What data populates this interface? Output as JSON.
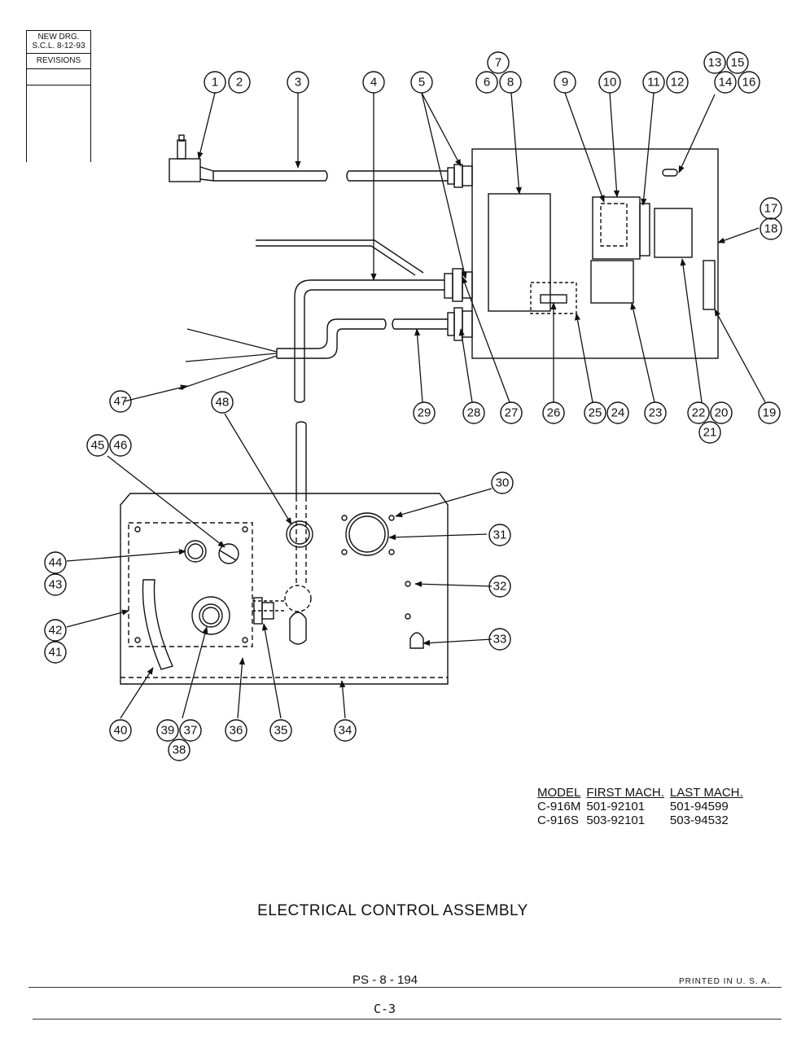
{
  "revision_block": {
    "line1": "NEW DRG.",
    "line2": "S.C.L. 8-12-93",
    "label": "REVISIONS"
  },
  "callouts": {
    "c1": "1",
    "c2": "2",
    "c3": "3",
    "c4": "4",
    "c5": "5",
    "c6": "6",
    "c7": "7",
    "c8": "8",
    "c9": "9",
    "c10": "10",
    "c11": "11",
    "c12": "12",
    "c13": "13",
    "c14": "14",
    "c15": "15",
    "c16": "16",
    "c17": "17",
    "c18": "18",
    "c19": "19",
    "c20": "20",
    "c21": "21",
    "c22": "22",
    "c23": "23",
    "c24": "24",
    "c25": "25",
    "c26": "26",
    "c27": "27",
    "c28": "28",
    "c29": "29",
    "c30": "30",
    "c31": "31",
    "c32": "32",
    "c33": "33",
    "c34": "34",
    "c35": "35",
    "c36": "36",
    "c37": "37",
    "c38": "38",
    "c39": "39",
    "c40": "40",
    "c41": "41",
    "c42": "42",
    "c43": "43",
    "c44": "44",
    "c45": "45",
    "c46": "46",
    "c47": "47",
    "c48": "48"
  },
  "model_table": {
    "headers": [
      "MODEL",
      "FIRST MACH.",
      "LAST MACH."
    ],
    "rows": [
      [
        "C-916M",
        "501-92101",
        "501-94599"
      ],
      [
        "C-916S",
        "503-92101",
        "503-94532"
      ]
    ]
  },
  "title": "ELECTRICAL CONTROL ASSEMBLY",
  "drawing_number": "PS - 8 - 194",
  "printed": "PRINTED IN U. S. A.",
  "page_number": "C-3"
}
